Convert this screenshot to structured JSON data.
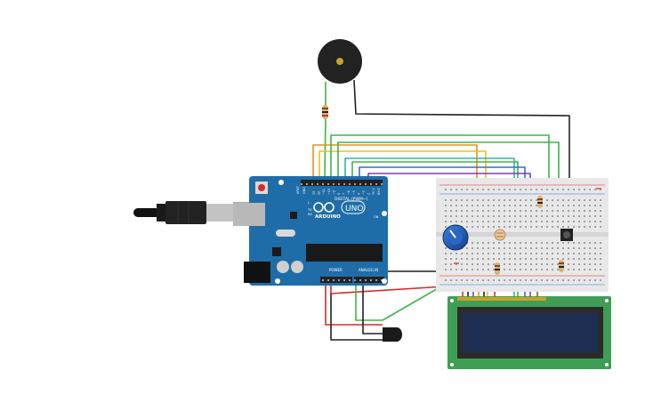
{
  "arduino": {
    "brand": "ARDUINO",
    "model": "UNO",
    "digital_label": "DIGITAL (PWM~)",
    "power_label": "POWER",
    "analog_label": "ANALOG IN",
    "aref_label": "AREF",
    "gnd_label": "GND",
    "tx_label": "TX",
    "rx_label": "RX",
    "l_label": "L",
    "on_label": "ON",
    "pin_labels": [
      "13",
      "12",
      "~11",
      "~10",
      "~9",
      "8",
      "7",
      "~6",
      "~5",
      "4",
      "~3",
      "2",
      "TX 1",
      "RX 0"
    ]
  },
  "colors": {
    "board": "#1f6da8",
    "board_dark": "#174f7a",
    "breadboard": "#e8e8e8",
    "lcd_board": "#3f9e56",
    "lcd_screen": "#1e2d52",
    "wire_red": "#d52a2a",
    "wire_black": "#222222",
    "wire_green": "#3db54a",
    "wire_orange": "#e8901c",
    "wire_yellow": "#e8c21c",
    "wire_blue": "#2f6fd6",
    "wire_purple": "#7b3fb5",
    "wire_teal": "#2fb5a8",
    "wire_brown": "#8b5a2b"
  }
}
